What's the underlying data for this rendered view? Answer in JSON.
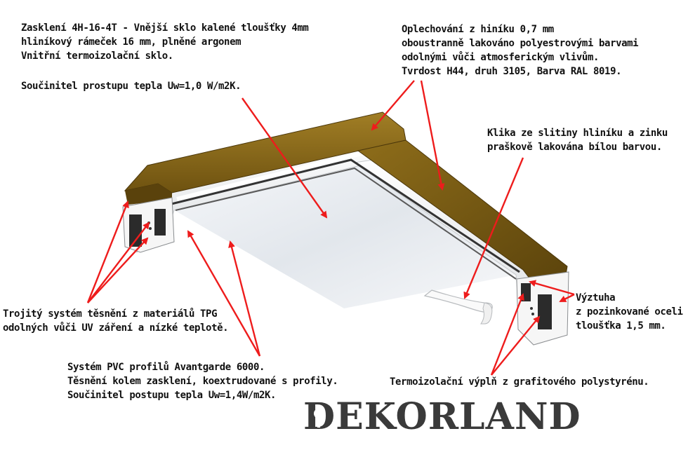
{
  "labels": {
    "glazing": [
      "Zasklení 4H-16-4T - Vnější sklo kalené tloušťky 4mm",
      "hliníkový rámeček 16 mm, plněné argonem",
      "Vnitřní termoizolační sklo."
    ],
    "glazing_uw": "Součinitel prostupu tepla Uw=1,0 W/m2K.",
    "cladding": [
      "Oplechování z hiníku 0,7 mm",
      "oboustranně lakováno polyestrovými barvami",
      "odolnými vůči atmosferickým vlivům.",
      "Tvrdost H44, druh 3105, Barva RAL 8019."
    ],
    "handle": [
      "Klika ze slitiny hliníku a zinku",
      "praškově lakována bílou barvou."
    ],
    "seals": [
      "Trojitý systém těsnění z materiálů TPG",
      "odolných vůči UV záření a nízké teplotě."
    ],
    "reinforcement": [
      "Výztuha",
      "z pozinkované oceli",
      "tloušťka 1,5 mm."
    ],
    "pvc": [
      "Systém PVC profilů Avantgarde 6000.",
      "Těsnění kolem zasklení, koextrudované s profily.",
      "Součinitel postupu tepla Uw=1,4W/m2K."
    ],
    "insulation": "Termoizolační výplň z grafitového polystyrénu."
  },
  "logo": {
    "text": "DEKORLAND",
    "color": "#3a3a3a"
  },
  "colors": {
    "arrow": "#ee1c1c",
    "cladding": "#7a5c14",
    "cladding_light": "#9c7a22",
    "pvc": "#f2f2f2",
    "glass": "#e4e8ee"
  }
}
